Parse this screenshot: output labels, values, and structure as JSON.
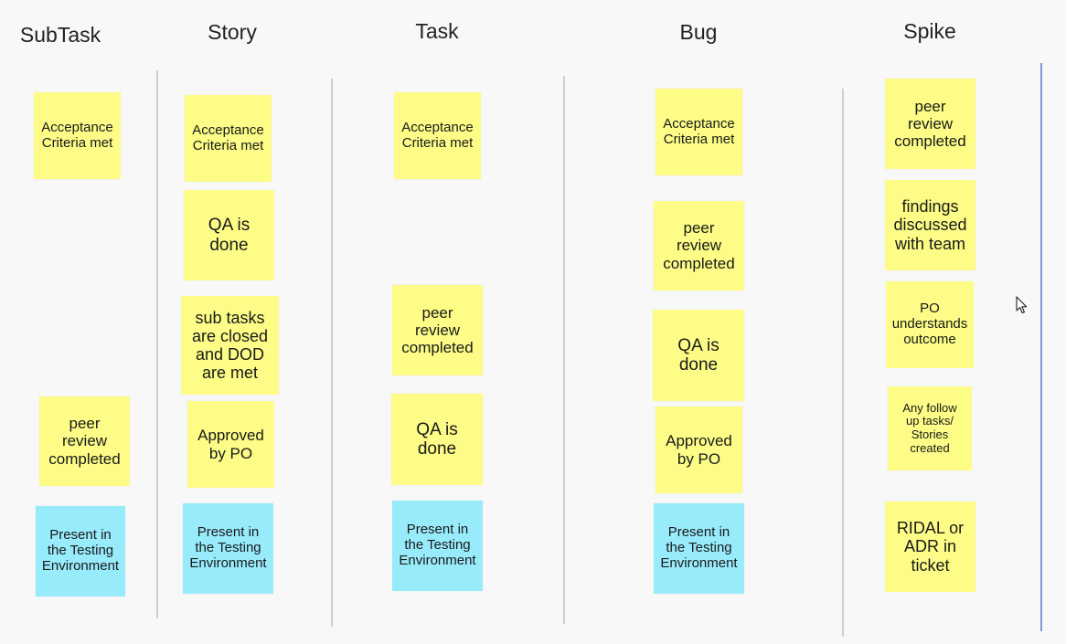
{
  "columns": [
    {
      "title": "SubTask",
      "notes": [
        {
          "text": "Acceptance\nCriteria met",
          "color": "yellow"
        },
        {
          "text": "peer\nreview\ncompleted",
          "color": "yellow"
        },
        {
          "text": "Present in\nthe Testing\nEnvironment",
          "color": "blue"
        }
      ]
    },
    {
      "title": "Story",
      "notes": [
        {
          "text": "Acceptance\nCriteria met",
          "color": "yellow"
        },
        {
          "text": "QA is\ndone",
          "color": "yellow"
        },
        {
          "text": "sub tasks\nare closed\nand DOD\nare met",
          "color": "yellow"
        },
        {
          "text": "Approved\nby PO",
          "color": "yellow"
        },
        {
          "text": "Present in\nthe Testing\nEnvironment",
          "color": "blue"
        }
      ]
    },
    {
      "title": "Task",
      "notes": [
        {
          "text": "Acceptance\nCriteria met",
          "color": "yellow"
        },
        {
          "text": "peer\nreview\ncompleted",
          "color": "yellow"
        },
        {
          "text": "QA is\ndone",
          "color": "yellow"
        },
        {
          "text": "Present in\nthe Testing\nEnvironment",
          "color": "blue"
        }
      ]
    },
    {
      "title": "Bug",
      "notes": [
        {
          "text": "Acceptance\nCriteria met",
          "color": "yellow"
        },
        {
          "text": "peer\nreview\ncompleted",
          "color": "yellow"
        },
        {
          "text": "QA is\ndone",
          "color": "yellow"
        },
        {
          "text": "Approved\nby PO",
          "color": "yellow"
        },
        {
          "text": "Present in\nthe Testing\nEnvironment",
          "color": "blue"
        }
      ]
    },
    {
      "title": "Spike",
      "notes": [
        {
          "text": "peer\nreview\ncompleted",
          "color": "yellow"
        },
        {
          "text": "findings\ndiscussed\nwith team",
          "color": "yellow"
        },
        {
          "text": "PO\nunderstands\noutcome",
          "color": "yellow"
        },
        {
          "text": "Any follow\nup tasks/\nStories\ncreated",
          "color": "yellow"
        },
        {
          "text": "RIDAL or\nADR in\nticket",
          "color": "yellow"
        }
      ]
    }
  ],
  "colors": {
    "yellow": "#fcfc86",
    "blue": "#98ebfb",
    "background": "#f8f8f8",
    "divider": "#cfcfcf",
    "right_edge": "#7d98d6"
  }
}
